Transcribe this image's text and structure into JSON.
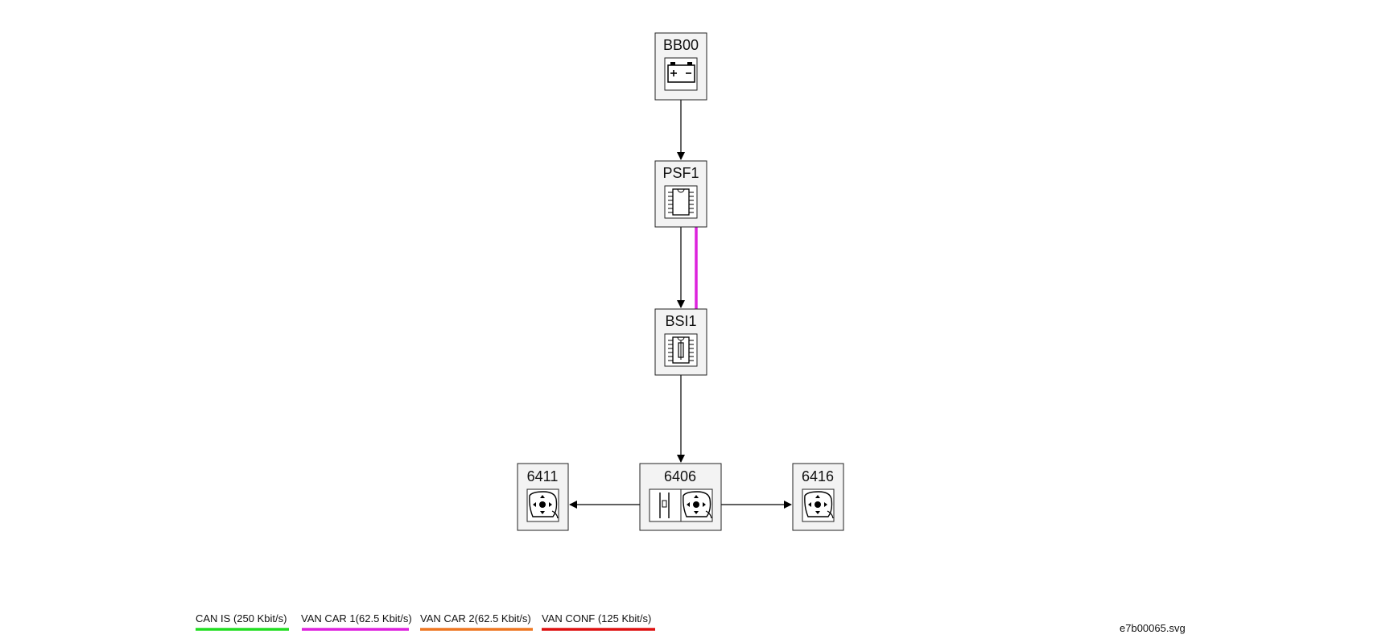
{
  "nodes": {
    "bb00": {
      "code": "BB00",
      "icon": "battery-icon"
    },
    "psf1": {
      "code": "PSF1",
      "icon": "chip-icon"
    },
    "bsi1": {
      "code": "BSI1",
      "icon": "chip-fuse-icon"
    },
    "n6406": {
      "code": "6406",
      "icon": "switch-and-mirror-control-icon"
    },
    "n6411": {
      "code": "6411",
      "icon": "mirror-control-icon"
    },
    "n6416": {
      "code": "6416",
      "icon": "mirror-control-icon"
    }
  },
  "connections": [
    {
      "from": "BB00",
      "to": "PSF1",
      "type": "arrow"
    },
    {
      "from": "PSF1",
      "to": "BSI1",
      "type": "arrow"
    },
    {
      "from": "PSF1",
      "to": "BSI1",
      "type": "bus",
      "bus": "VAN CAR 1"
    },
    {
      "from": "BSI1",
      "to": "6406",
      "type": "arrow"
    },
    {
      "from": "6406",
      "to": "6411",
      "type": "arrow"
    },
    {
      "from": "6406",
      "to": "6416",
      "type": "arrow"
    }
  ],
  "legend": [
    {
      "label": "CAN IS (250 Kbit/s)",
      "color": "#22dd22"
    },
    {
      "label": "VAN CAR 1(62.5 Kbit/s)",
      "color": "#dd22dd"
    },
    {
      "label": "VAN CAR 2(62.5 Kbit/s)",
      "color": "#ee7722"
    },
    {
      "label": "VAN CONF (125 Kbit/s)",
      "color": "#dd1111"
    }
  ],
  "filename": "e7b00065.svg"
}
